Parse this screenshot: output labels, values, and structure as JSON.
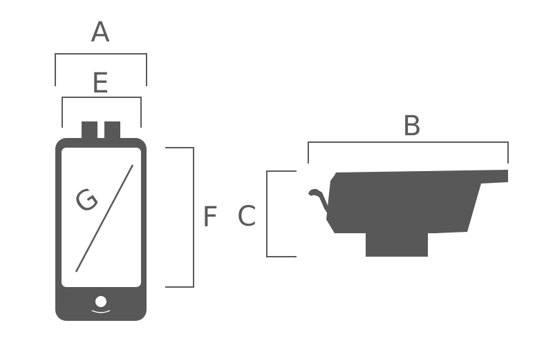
{
  "labels": {
    "width": "A",
    "length": "B",
    "height": "C",
    "inner_width": "E",
    "face_height": "F",
    "logo": "G"
  },
  "colors": {
    "body": "#585858",
    "dimension_line": "#5a5a5a",
    "label": "#5b5b5b",
    "background": "#ffffff"
  }
}
